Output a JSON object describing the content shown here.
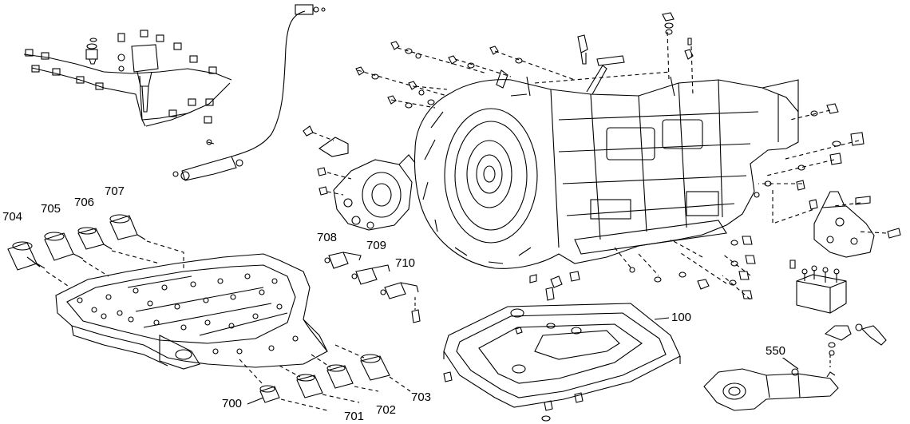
{
  "diagram": {
    "callouts": [
      {
        "id": "c704",
        "label": "704"
      },
      {
        "id": "c705",
        "label": "705"
      },
      {
        "id": "c706",
        "label": "706"
      },
      {
        "id": "c707",
        "label": "707"
      },
      {
        "id": "c708",
        "label": "708"
      },
      {
        "id": "c709",
        "label": "709"
      },
      {
        "id": "c710",
        "label": "710"
      },
      {
        "id": "c100",
        "label": "100"
      },
      {
        "id": "c550",
        "label": "550"
      },
      {
        "id": "c700",
        "label": "700"
      },
      {
        "id": "c701",
        "label": "701"
      },
      {
        "id": "c702",
        "label": "702"
      },
      {
        "id": "c703",
        "label": "703"
      }
    ]
  }
}
